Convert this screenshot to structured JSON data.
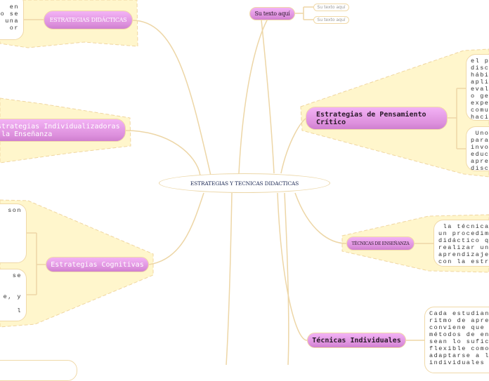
{
  "central_topic": "ESTRATEGIAS Y TECNICAS DIDACTICAS",
  "colors": {
    "node_fill": "#e39ae3",
    "blob_fill": "#fff6cc",
    "connector": "#edd6a6",
    "central_text": "#1d2a55"
  },
  "topics": {
    "placeholder": {
      "label": "Su texto aquí",
      "children": [
        "Su texto aquí",
        "Su texto aquí"
      ]
    },
    "estrategias_didacticas": {
      "label": "ESTRATEGIAS DIDÁCTICAS",
      "note": "en\no se\n una\nor"
    },
    "individualizadoras": {
      "label": "strategias Individualizadoras\n la Enseñanza"
    },
    "pensamiento_critico": {
      "label": "Estrategias de Pensamiento\nCrítico",
      "notes": [
        "el p\ndisc\nhábi\napli\neval\no ge\nexpe\ncomu\nhaci",
        " Uno\npara\ninvo\neduc\napre\ndisc"
      ]
    },
    "tecnicas_ensenanza": {
      "label": "TÉCNICAS DE ENSEÑANZA",
      "note": " la técnica\nun procedimi\ndidáctico qu\nrealizar una\naprendizaje \ncon la estra"
    },
    "cognitivas": {
      "label": "Estrategias Cognitivas",
      "notes": [
        " son",
        "se\n\n\ne, y\n\nl"
      ]
    },
    "tecnicas_individuales": {
      "label": "Técnicas Individuales",
      "note": "Cada estudiant\nritmo de apren\nconviene que l\nmétodos de ens\nsean lo sufici\nflexible como \nadaptarse a la\nindividuales y"
    }
  }
}
